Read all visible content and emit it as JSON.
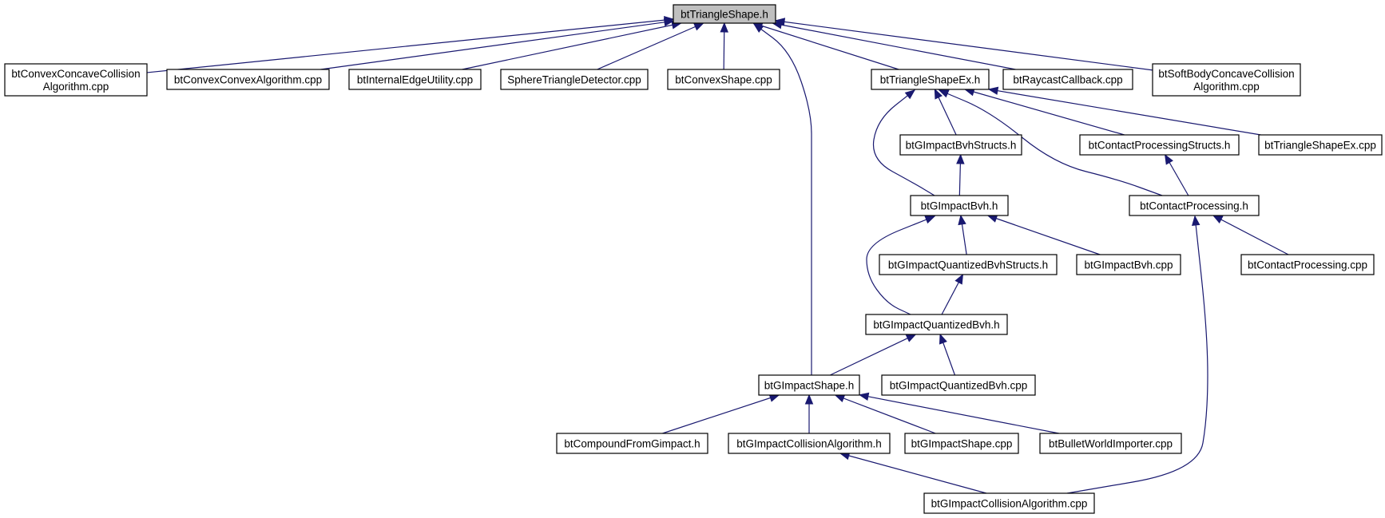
{
  "nodes": [
    {
      "id": "root",
      "lines": [
        "btTriangleShape.h"
      ],
      "root": true
    },
    {
      "id": "convexconcave",
      "lines": [
        "btConvexConcaveCollision",
        "Algorithm.cpp"
      ]
    },
    {
      "id": "convexconvex",
      "lines": [
        "btConvexConvexAlgorithm.cpp"
      ]
    },
    {
      "id": "internaledge",
      "lines": [
        "btInternalEdgeUtility.cpp"
      ]
    },
    {
      "id": "spheretri",
      "lines": [
        "SphereTriangleDetector.cpp"
      ]
    },
    {
      "id": "convexshape",
      "lines": [
        "btConvexShape.cpp"
      ]
    },
    {
      "id": "trishapeex",
      "lines": [
        "btTriangleShapeEx.h"
      ]
    },
    {
      "id": "raycast",
      "lines": [
        "btRaycastCallback.cpp"
      ]
    },
    {
      "id": "softbody",
      "lines": [
        "btSoftBodyConcaveCollision",
        "Algorithm.cpp"
      ]
    },
    {
      "id": "gbvhstructs",
      "lines": [
        "btGImpactBvhStructs.h"
      ]
    },
    {
      "id": "contactstructs",
      "lines": [
        "btContactProcessingStructs.h"
      ]
    },
    {
      "id": "trishapeexcpp",
      "lines": [
        "btTriangleShapeEx.cpp"
      ]
    },
    {
      "id": "gbvh",
      "lines": [
        "btGImpactBvh.h"
      ]
    },
    {
      "id": "contactproc",
      "lines": [
        "btContactProcessing.h"
      ]
    },
    {
      "id": "gqbvhstructs",
      "lines": [
        "btGImpactQuantizedBvhStructs.h"
      ]
    },
    {
      "id": "gbvhcpp",
      "lines": [
        "btGImpactBvh.cpp"
      ]
    },
    {
      "id": "contactproccpp",
      "lines": [
        "btContactProcessing.cpp"
      ]
    },
    {
      "id": "gqbvh",
      "lines": [
        "btGImpactQuantizedBvh.h"
      ]
    },
    {
      "id": "gshape",
      "lines": [
        "btGImpactShape.h"
      ]
    },
    {
      "id": "gqbvhcpp",
      "lines": [
        "btGImpactQuantizedBvh.cpp"
      ]
    },
    {
      "id": "compound",
      "lines": [
        "btCompoundFromGimpact.h"
      ]
    },
    {
      "id": "gcollalg",
      "lines": [
        "btGImpactCollisionAlgorithm.h"
      ]
    },
    {
      "id": "gshapecpp",
      "lines": [
        "btGImpactShape.cpp"
      ]
    },
    {
      "id": "bulletworld",
      "lines": [
        "btBulletWorldImporter.cpp"
      ]
    },
    {
      "id": "gcollalgcpp",
      "lines": [
        "btGImpactCollisionAlgorithm.cpp"
      ]
    }
  ],
  "edges": [
    {
      "from": "convexconcave",
      "to": "root"
    },
    {
      "from": "convexconvex",
      "to": "root"
    },
    {
      "from": "internaledge",
      "to": "root"
    },
    {
      "from": "spheretri",
      "to": "root"
    },
    {
      "from": "convexshape",
      "to": "root"
    },
    {
      "from": "gshape",
      "to": "root"
    },
    {
      "from": "trishapeex",
      "to": "root"
    },
    {
      "from": "raycast",
      "to": "root"
    },
    {
      "from": "softbody",
      "to": "root"
    },
    {
      "from": "gbvhstructs",
      "to": "trishapeex"
    },
    {
      "from": "gbvh",
      "to": "trishapeex"
    },
    {
      "from": "contactstructs",
      "to": "trishapeex"
    },
    {
      "from": "contactproc",
      "to": "trishapeex"
    },
    {
      "from": "trishapeexcpp",
      "to": "trishapeex"
    },
    {
      "from": "gbvh",
      "to": "gbvhstructs"
    },
    {
      "from": "contactproc",
      "to": "contactstructs"
    },
    {
      "from": "gqbvhstructs",
      "to": "gbvh"
    },
    {
      "from": "gbvhcpp",
      "to": "gbvh"
    },
    {
      "from": "gqbvh",
      "to": "gbvh"
    },
    {
      "from": "contactproccpp",
      "to": "contactproc"
    },
    {
      "from": "gcollalgcpp",
      "to": "contactproc"
    },
    {
      "from": "gqbvh",
      "to": "gqbvhstructs"
    },
    {
      "from": "gshape",
      "to": "gqbvh"
    },
    {
      "from": "gqbvhcpp",
      "to": "gqbvh"
    },
    {
      "from": "compound",
      "to": "gshape"
    },
    {
      "from": "gcollalg",
      "to": "gshape"
    },
    {
      "from": "gshapecpp",
      "to": "gshape"
    },
    {
      "from": "bulletworld",
      "to": "gshape"
    },
    {
      "from": "gcollalgcpp",
      "to": "gcollalg"
    }
  ]
}
